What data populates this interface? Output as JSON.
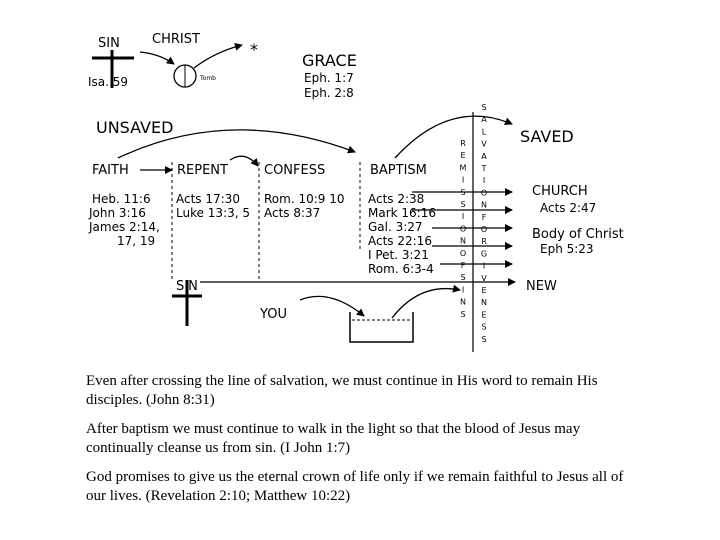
{
  "diagram": {
    "top": {
      "sin": "SIN",
      "isa": "Isa. 59",
      "christ": "CHRIST",
      "tomb": "Tomb",
      "star": "*",
      "grace": "GRACE",
      "grace_refs": [
        "Eph. 1:7",
        "Eph. 2:8"
      ]
    },
    "unsaved": "UNSAVED",
    "saved": "SAVED",
    "steps": [
      {
        "label": "FAITH",
        "refs": [
          "Heb. 11:6",
          "John 3:16",
          "James 2:14,",
          "17, 19"
        ]
      },
      {
        "label": "REPENT",
        "refs": [
          "Acts 17:30",
          "Luke 13:3, 5"
        ]
      },
      {
        "label": "CONFESS",
        "refs": [
          "Rom. 10:9 10",
          "Acts 8:37"
        ]
      },
      {
        "label": "BAPTISM",
        "refs": [
          "Acts 2:38",
          "Mark 16:16",
          "Gal. 3:27",
          "Acts 22:16",
          "I Pet. 3:21",
          "Rom. 6:3-4"
        ]
      }
    ],
    "columns": {
      "left": [
        "R",
        "E",
        "M",
        "I",
        "S",
        "S",
        "I",
        "O",
        "N",
        "O",
        "F",
        "S",
        "I",
        "N",
        "S"
      ],
      "right": [
        "S",
        "A",
        "L",
        "V",
        "A",
        "T",
        "I",
        "O",
        "N",
        "F",
        "O",
        "R",
        "G",
        "I",
        "V",
        "E",
        "N",
        "E",
        "S",
        "S"
      ]
    },
    "results": [
      {
        "label": "CHURCH",
        "ref": "Acts 2:47"
      },
      {
        "label": "Body of Christ",
        "ref": "Eph 5:23"
      },
      {
        "label": "NEW",
        "ref": ""
      }
    ],
    "bottom": {
      "sin": "SIN",
      "you": "YOU"
    }
  },
  "paragraphs": [
    "Even after crossing the line of salvation, we must continue in His word to remain His disciples. (John 8:31)",
    "After baptism we must continue to walk in the light so that the blood of Jesus may continually cleanse us from sin. (I John 1:7)",
    "God promises to give us the eternal crown of life only if we remain faithful to Jesus all of our lives. (Revelation 2:10; Matthew 10:22)"
  ]
}
